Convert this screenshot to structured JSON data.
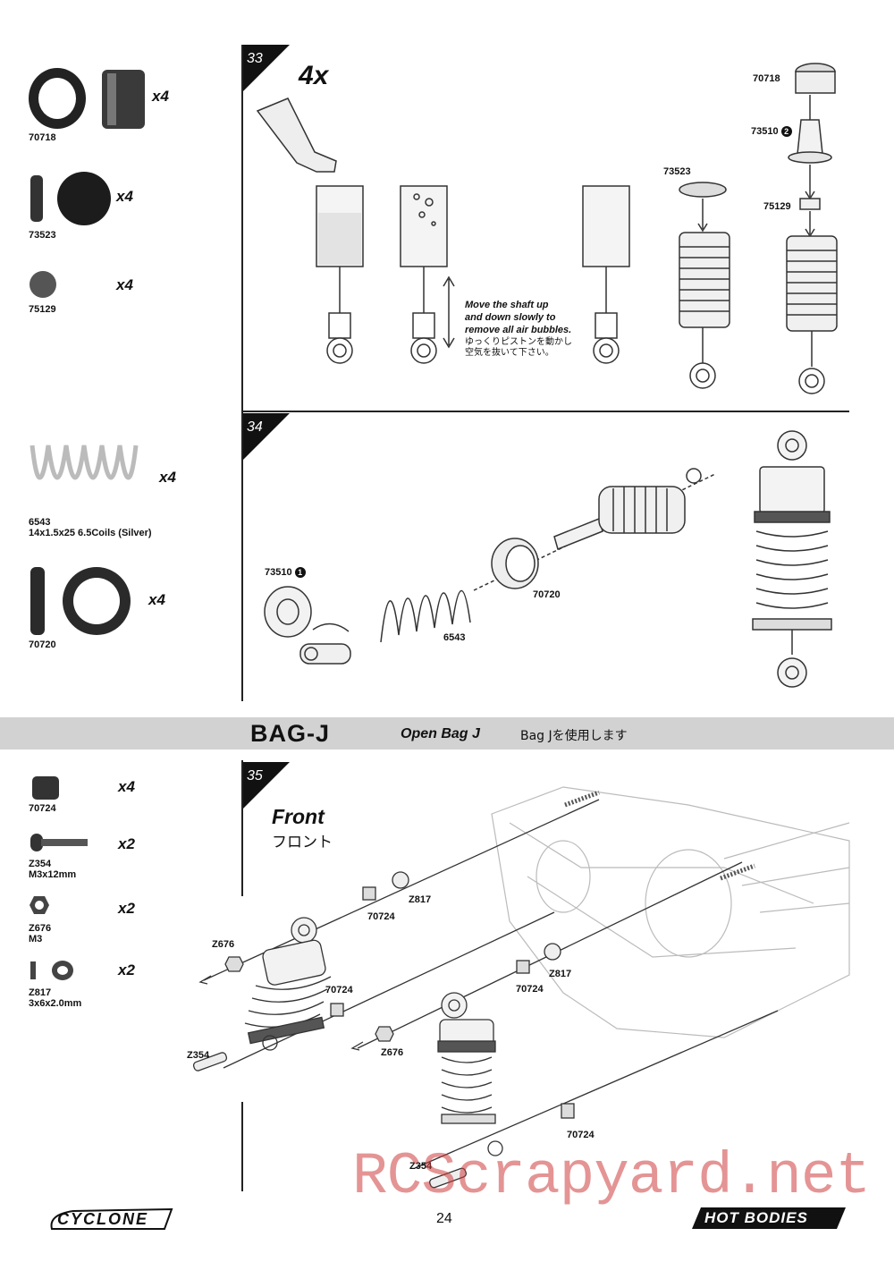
{
  "parts_33": [
    {
      "code": "70718",
      "qty": "x4"
    },
    {
      "code": "73523",
      "qty": "x4"
    },
    {
      "code": "75129",
      "qty": "x4"
    }
  ],
  "parts_34": [
    {
      "code": "6543",
      "desc": "14x1.5x25 6.5Coils (Silver)",
      "qty": "x4"
    },
    {
      "code": "70720",
      "qty": "x4"
    }
  ],
  "parts_35": [
    {
      "code": "70724",
      "desc": "",
      "qty": "x4"
    },
    {
      "code": "Z354",
      "desc": "M3x12mm",
      "qty": "x2"
    },
    {
      "code": "Z676",
      "desc": "M3",
      "qty": "x2"
    },
    {
      "code": "Z817",
      "desc": "3x6x2.0mm",
      "qty": "x2"
    }
  ],
  "step33": {
    "number": "33",
    "multiplier": "4x",
    "note_en_1": "Move the shaft up",
    "note_en_2": "and down slowly to",
    "note_en_3": "remove all air bubbles.",
    "note_jp_1": "ゆっくりピストンを動かし",
    "note_jp_2": "空気を抜いて下さい。",
    "labels": {
      "a": "70718",
      "b": "73510",
      "b_num": "2",
      "c": "73523",
      "d": "75129"
    }
  },
  "step34": {
    "number": "34",
    "labels": {
      "a": "73510",
      "a_num": "1",
      "b": "70720",
      "c": "6543"
    }
  },
  "bag": {
    "title": "BAG-J",
    "en": "Open Bag J",
    "jp": "Bag Jを使用します"
  },
  "step35": {
    "number": "35",
    "front_en": "Front",
    "front_jp": "フロント",
    "labels": {
      "l1": "Z817",
      "l2": "70724",
      "l3": "Z676",
      "l4": "70724",
      "l5": "Z817",
      "l6": "70724",
      "l7": "Z676",
      "l8": "Z354",
      "l9": "70724",
      "l10": "Z354"
    }
  },
  "footer": {
    "page": "24",
    "logo_left": "CYCLONE",
    "logo_right": "HOT BODIES",
    "watermark": "RCScrapyard.net"
  }
}
